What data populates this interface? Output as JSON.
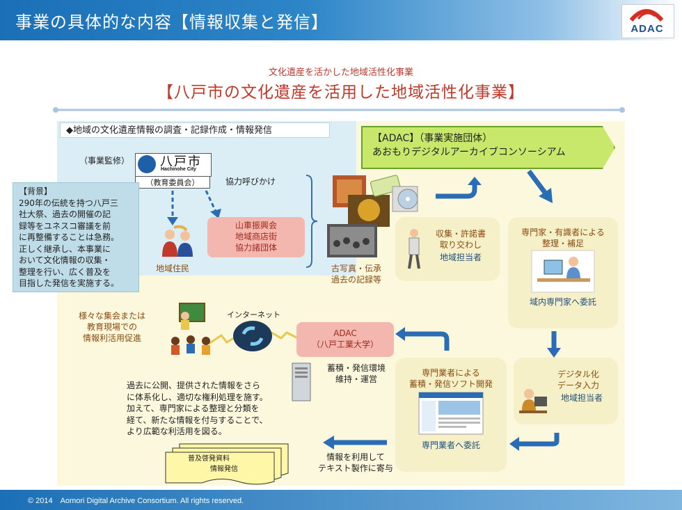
{
  "header": {
    "title": "事業の具体的な内容【情報収集と発信】",
    "logo_text": "ADAC"
  },
  "titles": {
    "subtitle": "文化遺産を活かした地域活性化事業",
    "main": "【八戸市の文化遺産を活用した地域活性化事業】"
  },
  "survey_tab": "◆地域の文化遺産情報の調査・記録作成・情報発信",
  "supervision": "（事業監修）",
  "city": {
    "name": "八戸市",
    "name_en": "Hachinohe City",
    "board": "（教育委員会）"
  },
  "coop_call": "協力呼びかけ",
  "background": {
    "heading": "【背景】",
    "lines": [
      "290年の伝統を持つ八戸三",
      "社大祭、過去の開催の記",
      "録等をユネスコ審議を前",
      "に再整備することは急務。",
      "正しく継承し、本事業に",
      "おいて文化情報の収集・",
      "整理を行い、広く普及を",
      "目指した発信を実施する。"
    ]
  },
  "residents": "地域住民",
  "groups": [
    "山車振興会",
    "地域商店街",
    "協力諸団体"
  ],
  "photos_label": [
    "古写真・伝承",
    "過去の記録等"
  ],
  "org": {
    "line1": "【ADAC】（事業実施団体）",
    "line2": "あおもりデジタルアーカイブコンソーシアム"
  },
  "collect": {
    "lines": [
      "収集・許諾書",
      "取り交わし"
    ],
    "person": "地域担当者"
  },
  "experts": {
    "lines": [
      "専門家・有識者による",
      "整理・補足"
    ],
    "delegate": "域内専門家へ委託"
  },
  "digitize": {
    "lines": [
      "デジタル化",
      "データ入力"
    ],
    "person": "地域担当者"
  },
  "vendor": {
    "lines": [
      "専門業者による",
      "蓄積・発信ソフト開発"
    ],
    "delegate": "専門業者へ委託"
  },
  "adac_box": [
    "ADAC",
    "（八戸工業大学）"
  ],
  "storage": [
    "蓄積・発信環境",
    "維持・運営"
  ],
  "internet": "インターネット",
  "events": [
    "様々な集会または",
    "教育現場での",
    "情報利活用促進"
  ],
  "future_text": [
    "過去に公開、提供された情報をさら",
    "に体系化し、適切な権利処理を施す。",
    "加えて、専門家による整理と分類を",
    "経て、新たな情報を付与することで、",
    "より広範な利活用を図る。"
  ],
  "papers": [
    "普及啓発資料",
    "情報発信"
  ],
  "text_prod": [
    "情報を利用して",
    "テキスト製作に寄与"
  ],
  "footer": "© 2014　Aomori Digital Archive Consortium. All rights reserved.",
  "colors": {
    "accent_red": "#c0392b",
    "header_blue": "#1b6fb6",
    "arrow_blue": "#2a6db5",
    "org_green": "#c7e86a"
  }
}
